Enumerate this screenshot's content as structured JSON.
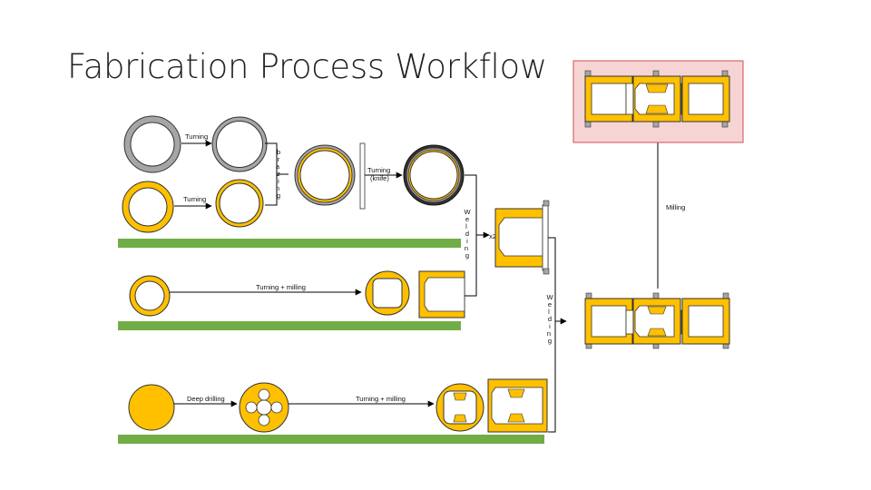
{
  "title": "Fabrication Process Workflow",
  "colors": {
    "orange": "#FFC000",
    "gray": "#A6A6A6",
    "green": "#70AD47",
    "highlight_fill": "#F6D4D4",
    "highlight_border": "#D05050"
  },
  "labels": {
    "turning_top": "Turning",
    "turning_bottom": "Turning",
    "brazing": "b r a z i n g",
    "turning_knife": [
      "Turning",
      "(knife)"
    ],
    "welding_1": "W e l d i n g",
    "x2": "x2",
    "milling": "Milling",
    "turning_milling_1": "Turning + milling",
    "welding_2": "W e l d i n g",
    "deep_drilling": "Deep drilling",
    "turning_milling_2": "Turning + milling"
  }
}
